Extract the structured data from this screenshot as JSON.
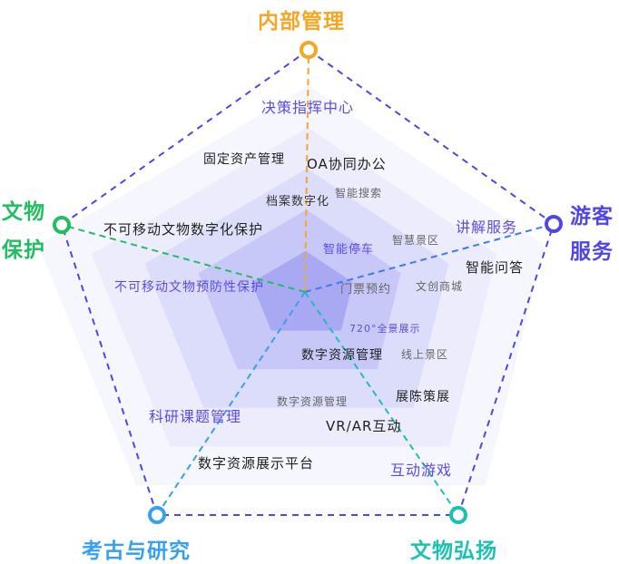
{
  "colors": {
    "top": "#f5a623",
    "left": "#1fbf5f",
    "right": "#5046e8",
    "bottom_left": "#36a0f2",
    "bottom_right": "#1cc0b4",
    "outline": "#5046e8"
  },
  "axes": {
    "top": "内部管理",
    "left_1": "文物",
    "left_2": "保护",
    "right_1": "游客",
    "right_2": "服务",
    "bottom_left": "考古与研究",
    "bottom_right": "文物弘扬"
  },
  "labels": {
    "decision": "决策指挥中心",
    "fixed_assets": "固定资产管理",
    "oa": "OA协同办公",
    "smart_search": "智能搜索",
    "archive": "档案数字化",
    "immovable_digital": "不可移动文物数字化保护",
    "explain": "讲解服务",
    "smart_scenic": "智慧景区",
    "smart_parking": "智能停车",
    "smart_qa": "智能问答",
    "immovable_preventive": "不可移动文物预防性保护",
    "ticket": "门票预约",
    "cultural_shop": "文创商城",
    "panorama": "720°全景展示",
    "digital_res_1": "数字资源管理",
    "online_scenic": "线上景区",
    "digital_res_2": "数字资源管理",
    "exhibition": "展陈策展",
    "research": "科研课题管理",
    "vrar": "VR/AR互动",
    "display_platform": "数字资源展示平台",
    "game": "互动游戏"
  }
}
